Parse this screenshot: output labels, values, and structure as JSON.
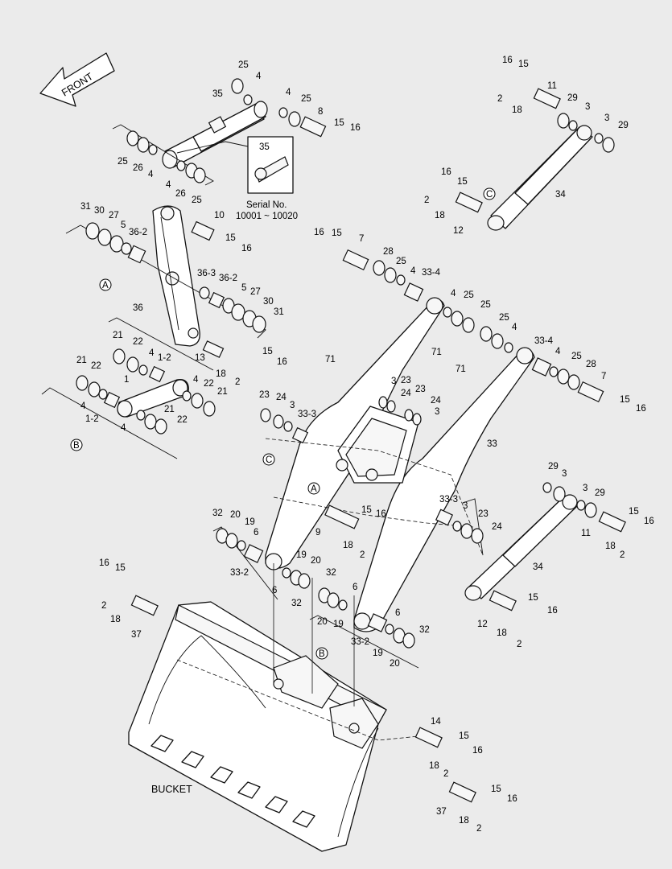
{
  "front_label": "FRONT",
  "bucket_label": "BUCKET",
  "inset": {
    "part": "35",
    "serial_title": "Serial No.",
    "serial_range": "10001 ~ 10020"
  },
  "markers": {
    "A": "A",
    "B": "B",
    "C": "C"
  },
  "part_labels": {
    "l25a": "25",
    "l4a": "4",
    "l35": "35",
    "l4b": "4",
    "l25b": "25",
    "l8": "8",
    "l15a": "15",
    "l16a": "16",
    "l25c": "25",
    "l26a": "26",
    "l4c": "4",
    "l4d": "4",
    "l26b": "26",
    "l25d": "25",
    "l31a": "31",
    "l30a": "30",
    "l27a": "27",
    "l5a": "5",
    "l36_2a": "36-2",
    "l10": "10",
    "l15b": "15",
    "l16b": "16",
    "l36_3": "36-3",
    "l36_2b": "36-2",
    "l5b": "5",
    "l27b": "27",
    "l30b": "30",
    "l31b": "31",
    "l36": "36",
    "l21a": "21",
    "l22a": "22",
    "l4e": "4",
    "l1_2a": "1-2",
    "l13": "13",
    "l18a": "18",
    "l2a": "2",
    "l15c": "15",
    "l16c": "16",
    "l21b": "21",
    "l22b": "22",
    "l1": "1",
    "l4f": "4",
    "l22c": "22",
    "l21c": "21",
    "l4g": "4",
    "l1_2b": "1-2",
    "l4h": "4",
    "l21d": "21",
    "l22d": "22",
    "l16d": "16",
    "l15d": "15",
    "l11a": "11",
    "l2b": "2",
    "l18b": "18",
    "l29a": "29",
    "l3a": "3",
    "l3b": "3",
    "l29b": "29",
    "l16e": "16",
    "l15e": "15",
    "l2c": "2",
    "l18c": "18",
    "l12a": "12",
    "l34a": "34",
    "l16f": "16",
    "l15f": "15",
    "l7a": "7",
    "l28a": "28",
    "l25e": "25",
    "l4i": "4",
    "l33_4a": "33-4",
    "l4j": "4",
    "l25f": "25",
    "l25g": "25",
    "l25h": "25",
    "l4k": "4",
    "l71a": "71",
    "l71b": "71",
    "l71c": "71",
    "l33_4b": "33-4",
    "l4l": "4",
    "l25i": "25",
    "l28b": "28",
    "l7b": "7",
    "l15g": "15",
    "l16g": "16",
    "l3c": "3",
    "l23a": "23",
    "l24a": "24",
    "l23b": "23",
    "l24b": "24",
    "l3d": "3",
    "l23c": "23",
    "l24c": "24",
    "l3e": "3",
    "l33_3a": "33-3",
    "l33": "33",
    "l29c": "29",
    "l3f": "3",
    "l3g": "3",
    "l29d": "29",
    "l15h": "15",
    "l16h": "16",
    "l11b": "11",
    "l18d": "18",
    "l2d": "2",
    "l33_3b": "33-3",
    "l3h": "3",
    "l23d": "23",
    "l24d": "24",
    "l34b": "34",
    "l32a": "32",
    "l20a": "20",
    "l19a": "19",
    "l6a": "6",
    "l33_2a": "33-2",
    "l9": "9",
    "l15i": "15",
    "l16i": "16",
    "l18e": "18",
    "l2e": "2",
    "l19b": "19",
    "l20b": "20",
    "l6b": "6",
    "l32b": "32",
    "l32c": "32",
    "l20c": "20",
    "l19c": "19",
    "l6c": "6",
    "l6d": "6",
    "l33_2b": "33-2",
    "l19d": "19",
    "l20d": "20",
    "l32d": "32",
    "l16j": "16",
    "l15j": "15",
    "l2f": "2",
    "l18f": "18",
    "l37a": "37",
    "l12b": "12",
    "l15k": "15",
    "l16k": "16",
    "l18g": "18",
    "l2g": "2",
    "l14": "14",
    "l15l": "15",
    "l16l": "16",
    "l18h": "18",
    "l2h": "2",
    "l37b": "37",
    "l15m": "15",
    "l16m": "16",
    "l18i": "18",
    "l2i": "2"
  }
}
